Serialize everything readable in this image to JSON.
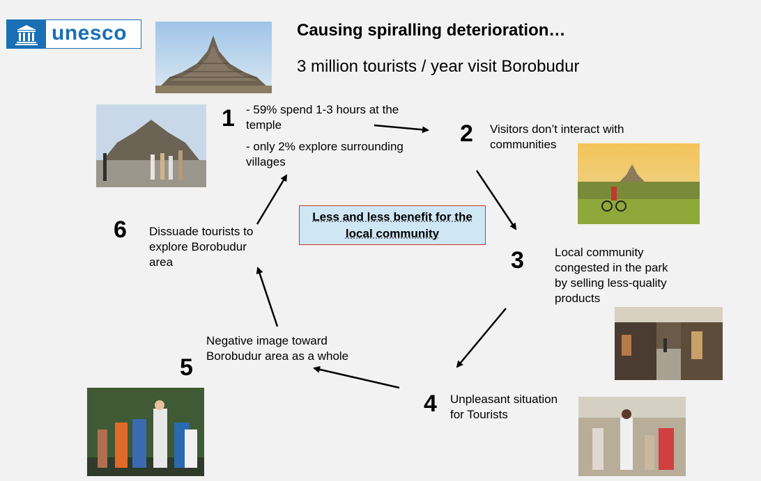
{
  "logo": {
    "text": "unesco"
  },
  "title": "Causing spiralling deterioration…",
  "subtitle": "3 million tourists / year visit Borobudur",
  "center_text": "Less and less benefit for the local community",
  "steps": [
    {
      "number": "1",
      "lines": [
        "- 59% spend 1-3 hours at the temple",
        "- only 2% explore surrounding villages"
      ]
    },
    {
      "number": "2",
      "text": "Visitors don’t interact with communities"
    },
    {
      "number": "3",
      "text": "Local community congested in the park by selling less-quality products"
    },
    {
      "number": "4",
      "text": "Unpleasant situation for Tourists"
    },
    {
      "number": "5",
      "text": "Negative image toward Borobudur area as a whole"
    },
    {
      "number": "6",
      "text": "Dissuade tourists to explore Borobudur area"
    }
  ]
}
